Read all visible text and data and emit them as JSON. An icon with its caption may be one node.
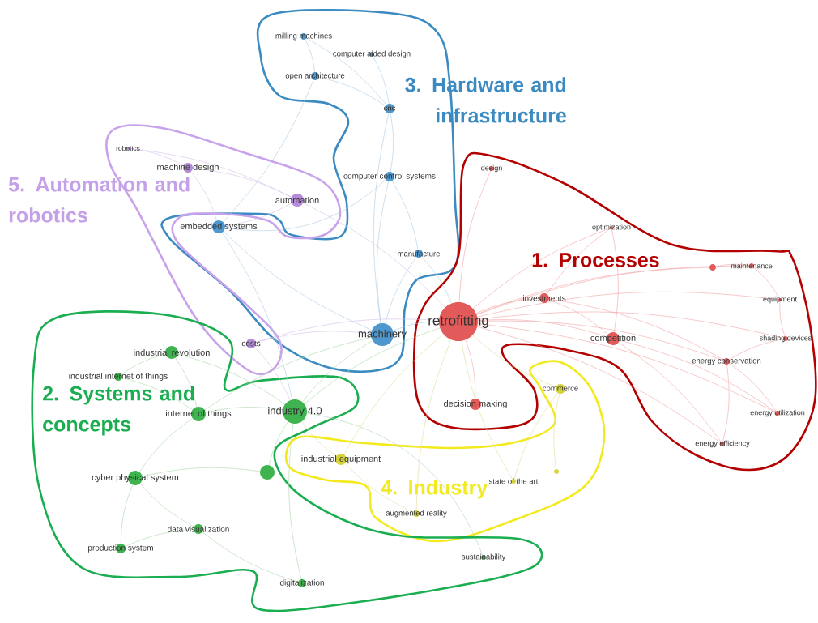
{
  "diagram": {
    "nodes": [
      {
        "text": [
          "milling machines"
        ]
      },
      {
        "text": [
          "computer aided design"
        ]
      },
      {
        "text": [
          "open architecture"
        ]
      },
      {
        "text": [
          "cnc"
        ]
      },
      {
        "text": [
          "robotics"
        ]
      },
      {
        "text": [
          "machine design"
        ]
      },
      {
        "text": [
          "design"
        ]
      },
      {
        "text": [
          "computer control systems"
        ]
      },
      {
        "text": [
          "automation"
        ]
      },
      {
        "text": [
          "embedded systems"
        ]
      },
      {
        "text": [
          "optimization"
        ]
      },
      {
        "text": [
          "manufacture"
        ]
      },
      {
        "text": [],
        "shape": "circle"
      },
      {
        "text": [
          "maintenance"
        ]
      },
      {
        "text": [
          "investments"
        ]
      },
      {
        "text": [
          "equipment"
        ]
      },
      {
        "text": [
          "retrofitting"
        ]
      },
      {
        "text": [
          "machinery"
        ]
      },
      {
        "text": [
          "competition"
        ]
      },
      {
        "text": [
          "shading devices"
        ]
      },
      {
        "text": [
          "costs"
        ]
      },
      {
        "text": [
          "industrial revolution"
        ]
      },
      {
        "text": [
          "energy conservation"
        ]
      },
      {
        "text": [
          "industrial internet of things"
        ]
      },
      {
        "text": [
          "commerce"
        ]
      },
      {
        "text": [
          "decision making"
        ]
      },
      {
        "text": [
          "industry 4.0"
        ]
      },
      {
        "text": [
          "internet of things"
        ]
      },
      {
        "text": [
          "energy utilization"
        ]
      },
      {
        "text": [
          "energy efficiency"
        ]
      },
      {
        "text": [
          "industrial equipment"
        ]
      },
      {
        "text": [],
        "shape": "circle"
      },
      {
        "text": [],
        "shape": "circle"
      },
      {
        "text": [
          "cyber physical system"
        ]
      },
      {
        "text": [
          "state of the art"
        ]
      },
      {
        "text": [
          "augmented reality"
        ]
      },
      {
        "text": [
          "data visualization"
        ]
      },
      {
        "text": [
          "production system"
        ]
      },
      {
        "text": [
          "sustainability"
        ]
      },
      {
        "text": [
          "digitalization"
        ]
      }
    ],
    "edges": [
      {
        "from": 16,
        "to": 6,
        "arrow": "none"
      },
      {
        "from": 16,
        "to": 10,
        "arrow": "none"
      },
      {
        "from": 16,
        "to": 12,
        "arrow": "none"
      },
      {
        "from": 16,
        "to": 13,
        "arrow": "none"
      },
      {
        "from": 16,
        "to": 14,
        "arrow": "none"
      },
      {
        "from": 16,
        "to": 15,
        "arrow": "none"
      },
      {
        "from": 16,
        "to": 18,
        "arrow": "none"
      },
      {
        "from": 16,
        "to": 19,
        "arrow": "none"
      },
      {
        "from": 16,
        "to": 22,
        "arrow": "none"
      },
      {
        "from": 16,
        "to": 25,
        "arrow": "none"
      },
      {
        "from": 16,
        "to": 28,
        "arrow": "none"
      },
      {
        "from": 16,
        "to": 29,
        "arrow": "none"
      },
      {
        "from": 14,
        "to": 18,
        "arrow": "none"
      },
      {
        "from": 14,
        "to": 22,
        "arrow": "none"
      },
      {
        "from": 18,
        "to": 29,
        "arrow": "none"
      },
      {
        "from": 18,
        "to": 28,
        "arrow": "none"
      },
      {
        "from": 22,
        "to": 28,
        "arrow": "none"
      },
      {
        "from": 22,
        "to": 29,
        "arrow": "none"
      },
      {
        "from": 22,
        "to": 19,
        "arrow": "none"
      },
      {
        "from": 13,
        "to": 15,
        "arrow": "none"
      },
      {
        "from": 12,
        "to": 13,
        "arrow": "none"
      },
      {
        "from": 19,
        "to": 15,
        "arrow": "none"
      },
      {
        "from": 10,
        "to": 18,
        "arrow": "none"
      },
      {
        "from": 14,
        "to": 10,
        "arrow": "none"
      },
      {
        "from": 17,
        "to": 16,
        "arrow": "none",
        "color": "#a9cbe6"
      },
      {
        "from": 17,
        "to": 9,
        "arrow": "none",
        "color": "#a9cbe6"
      },
      {
        "from": 17,
        "to": 7,
        "arrow": "none",
        "color": "#a9cbe6"
      },
      {
        "from": 17,
        "to": 11,
        "arrow": "none",
        "color": "#a9cbe6"
      },
      {
        "from": 17,
        "to": 3,
        "arrow": "none",
        "color": "#a9cbe6"
      },
      {
        "from": 0,
        "to": 2,
        "arrow": "none",
        "color": "#a9cbe6"
      },
      {
        "from": 0,
        "to": 3,
        "arrow": "none",
        "color": "#a9cbe6"
      },
      {
        "from": 1,
        "to": 3,
        "arrow": "none",
        "color": "#a9cbe6"
      },
      {
        "from": 2,
        "to": 3,
        "arrow": "none",
        "color": "#a9cbe6"
      },
      {
        "from": 3,
        "to": 7,
        "arrow": "none",
        "color": "#a9cbe6"
      },
      {
        "from": 7,
        "to": 11,
        "arrow": "none",
        "color": "#a9cbe6"
      },
      {
        "from": 9,
        "to": 7,
        "arrow": "none",
        "color": "#a9cbe6"
      },
      {
        "from": 2,
        "to": 9,
        "arrow": "none",
        "color": "#a9cbe6"
      },
      {
        "from": 11,
        "to": 16,
        "arrow": "none",
        "color": "#a9cbe6"
      },
      {
        "from": 9,
        "to": 26,
        "arrow": "none",
        "color": "#a9cbe6"
      },
      {
        "from": 8,
        "to": 16,
        "arrow": "none",
        "color": "#d5bfe9"
      },
      {
        "from": 5,
        "to": 8,
        "arrow": "none",
        "color": "#d5bfe9"
      },
      {
        "from": 4,
        "to": 5,
        "arrow": "none",
        "color": "#d5bfe9"
      },
      {
        "from": 5,
        "to": 9,
        "arrow": "none",
        "color": "#d5bfe9"
      },
      {
        "from": 20,
        "to": 16,
        "arrow": "none",
        "color": "#d5bfe9"
      },
      {
        "from": 20,
        "to": 17,
        "arrow": "none",
        "color": "#d5bfe9"
      },
      {
        "from": 8,
        "to": 9,
        "arrow": "none",
        "color": "#d5bfe9"
      },
      {
        "from": 20,
        "to": 26,
        "arrow": "none",
        "color": "#d5bfe9"
      },
      {
        "from": 4,
        "to": 8,
        "arrow": "none",
        "color": "#d5bfe9"
      },
      {
        "from": 26,
        "to": 16,
        "arrow": "none",
        "color": "#a9d8a8"
      },
      {
        "from": 26,
        "to": 17,
        "arrow": "none",
        "color": "#a9d8a8"
      },
      {
        "from": 27,
        "to": 26,
        "arrow": "none",
        "color": "#a9d8a8"
      },
      {
        "from": 21,
        "to": 27,
        "arrow": "none",
        "color": "#a9d8a8"
      },
      {
        "from": 23,
        "to": 27,
        "arrow": "none",
        "color": "#a9d8a8"
      },
      {
        "from": 23,
        "to": 21,
        "arrow": "none",
        "color": "#a9d8a8"
      },
      {
        "from": 33,
        "to": 27,
        "arrow": "none",
        "color": "#a9d8a8"
      },
      {
        "from": 33,
        "to": 31,
        "arrow": "none",
        "color": "#a9d8a8"
      },
      {
        "from": 31,
        "to": 26,
        "arrow": "none",
        "color": "#a9d8a8"
      },
      {
        "from": 36,
        "to": 33,
        "arrow": "none",
        "color": "#a9d8a8"
      },
      {
        "from": 37,
        "to": 33,
        "arrow": "none",
        "color": "#a9d8a8"
      },
      {
        "from": 37,
        "to": 36,
        "arrow": "none",
        "color": "#a9d8a8"
      },
      {
        "from": 39,
        "to": 36,
        "arrow": "none",
        "color": "#a9d8a8"
      },
      {
        "from": 39,
        "to": 26,
        "arrow": "none",
        "color": "#a9d8a8"
      },
      {
        "from": 38,
        "to": 26,
        "arrow": "none",
        "color": "#a9d8a8"
      },
      {
        "from": 27,
        "to": 17,
        "arrow": "none",
        "color": "#a9d8a8"
      },
      {
        "from": 21,
        "to": 26,
        "arrow": "none",
        "color": "#a9d8a8"
      },
      {
        "from": 30,
        "to": 16,
        "arrow": "none",
        "color": "#e0dc9a"
      },
      {
        "from": 24,
        "to": 16,
        "arrow": "none",
        "color": "#e0dc9a"
      },
      {
        "from": 34,
        "to": 16,
        "arrow": "none",
        "color": "#e0dc9a"
      },
      {
        "from": 35,
        "to": 16,
        "arrow": "none",
        "color": "#e0dc9a"
      },
      {
        "from": 30,
        "to": 26,
        "arrow": "none",
        "color": "#e0dc9a"
      },
      {
        "from": 35,
        "to": 30,
        "arrow": "none",
        "color": "#e0dc9a"
      },
      {
        "from": 32,
        "to": 24,
        "arrow": "none",
        "color": "#e0dc9a"
      },
      {
        "from": 34,
        "to": 24,
        "arrow": "none",
        "color": "#e0dc9a"
      }
    ],
    "labels": [
      "3. Hardware and infrastructure",
      "5. Automation and robotics",
      "1. Processes",
      "2. Systems and concepts",
      "4. Industry"
    ]
  }
}
